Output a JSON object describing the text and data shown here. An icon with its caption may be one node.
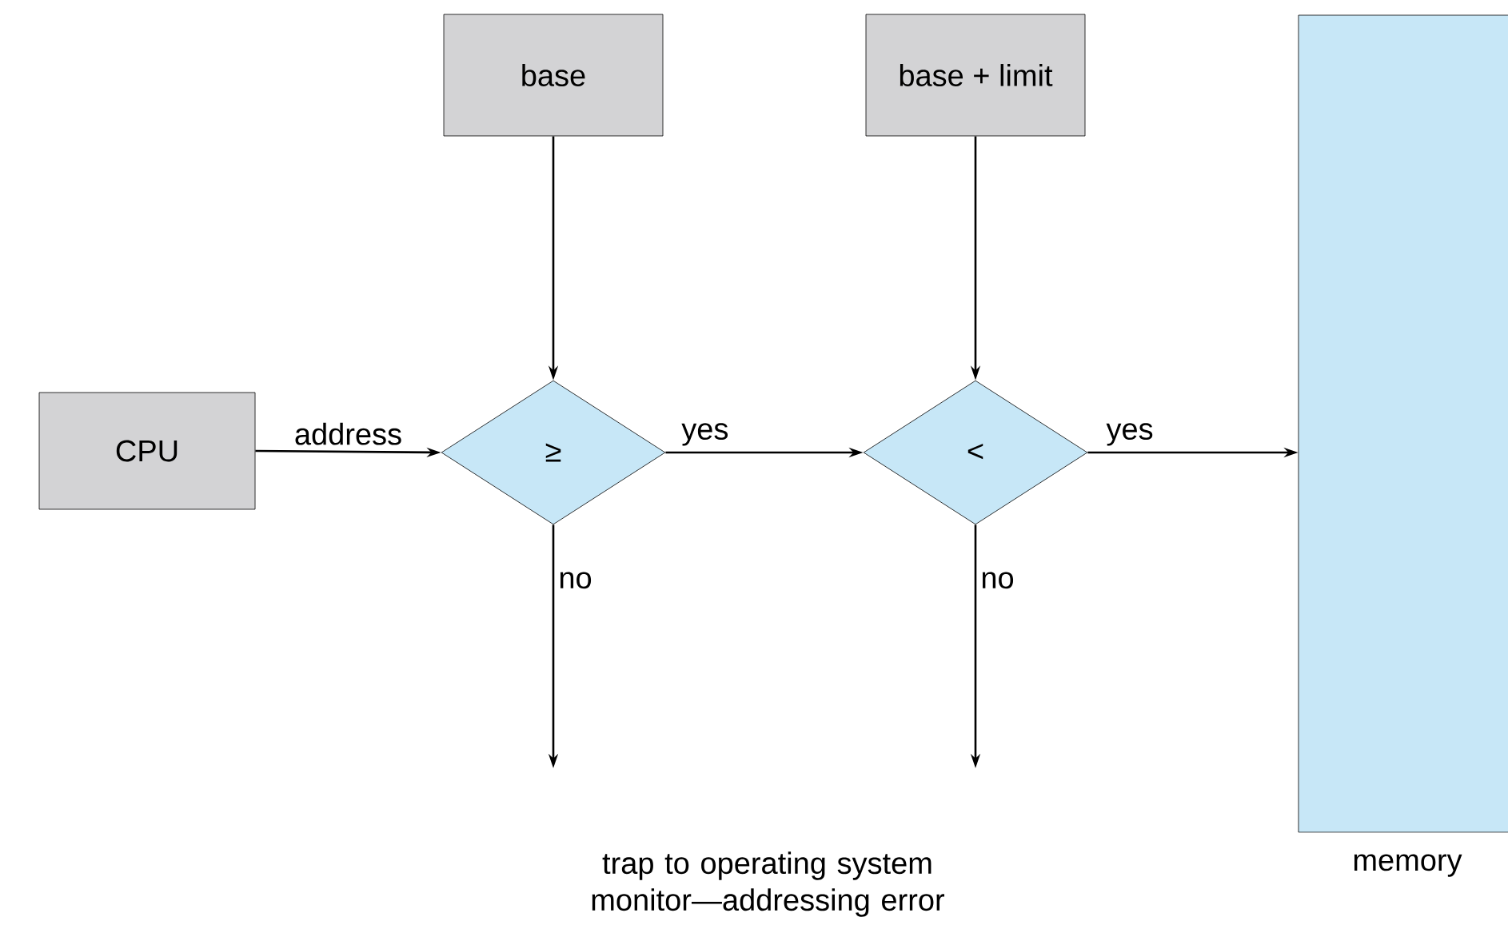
{
  "diagram": {
    "nodes": [
      {
        "text": [
          "base"
        ]
      },
      {
        "text": [
          "base + limit"
        ]
      },
      {
        "text": [
          "CPU"
        ]
      },
      {
        "text": [
          "≥"
        ]
      },
      {
        "text": [
          "<"
        ]
      },
      {
        "text": [
          "memory"
        ]
      },
      {
        "text": [
          "trap to operating system monitor—addressing error"
        ]
      }
    ],
    "edges": [
      {
        "from": 0,
        "to": 3,
        "arrow": "to"
      },
      {
        "from": 1,
        "to": 4,
        "arrow": "to"
      },
      {
        "from": 2,
        "to": 3,
        "arrow": "to",
        "label": "address"
      },
      {
        "from": 3,
        "to": 4,
        "arrow": "to",
        "label": "yes"
      },
      {
        "from": 4,
        "to": 5,
        "arrow": "to",
        "label": "yes"
      },
      {
        "from": 3,
        "to": 6,
        "arrow": "to",
        "label": "no"
      },
      {
        "from": 4,
        "to": 6,
        "arrow": "to",
        "label": "no"
      }
    ]
  }
}
